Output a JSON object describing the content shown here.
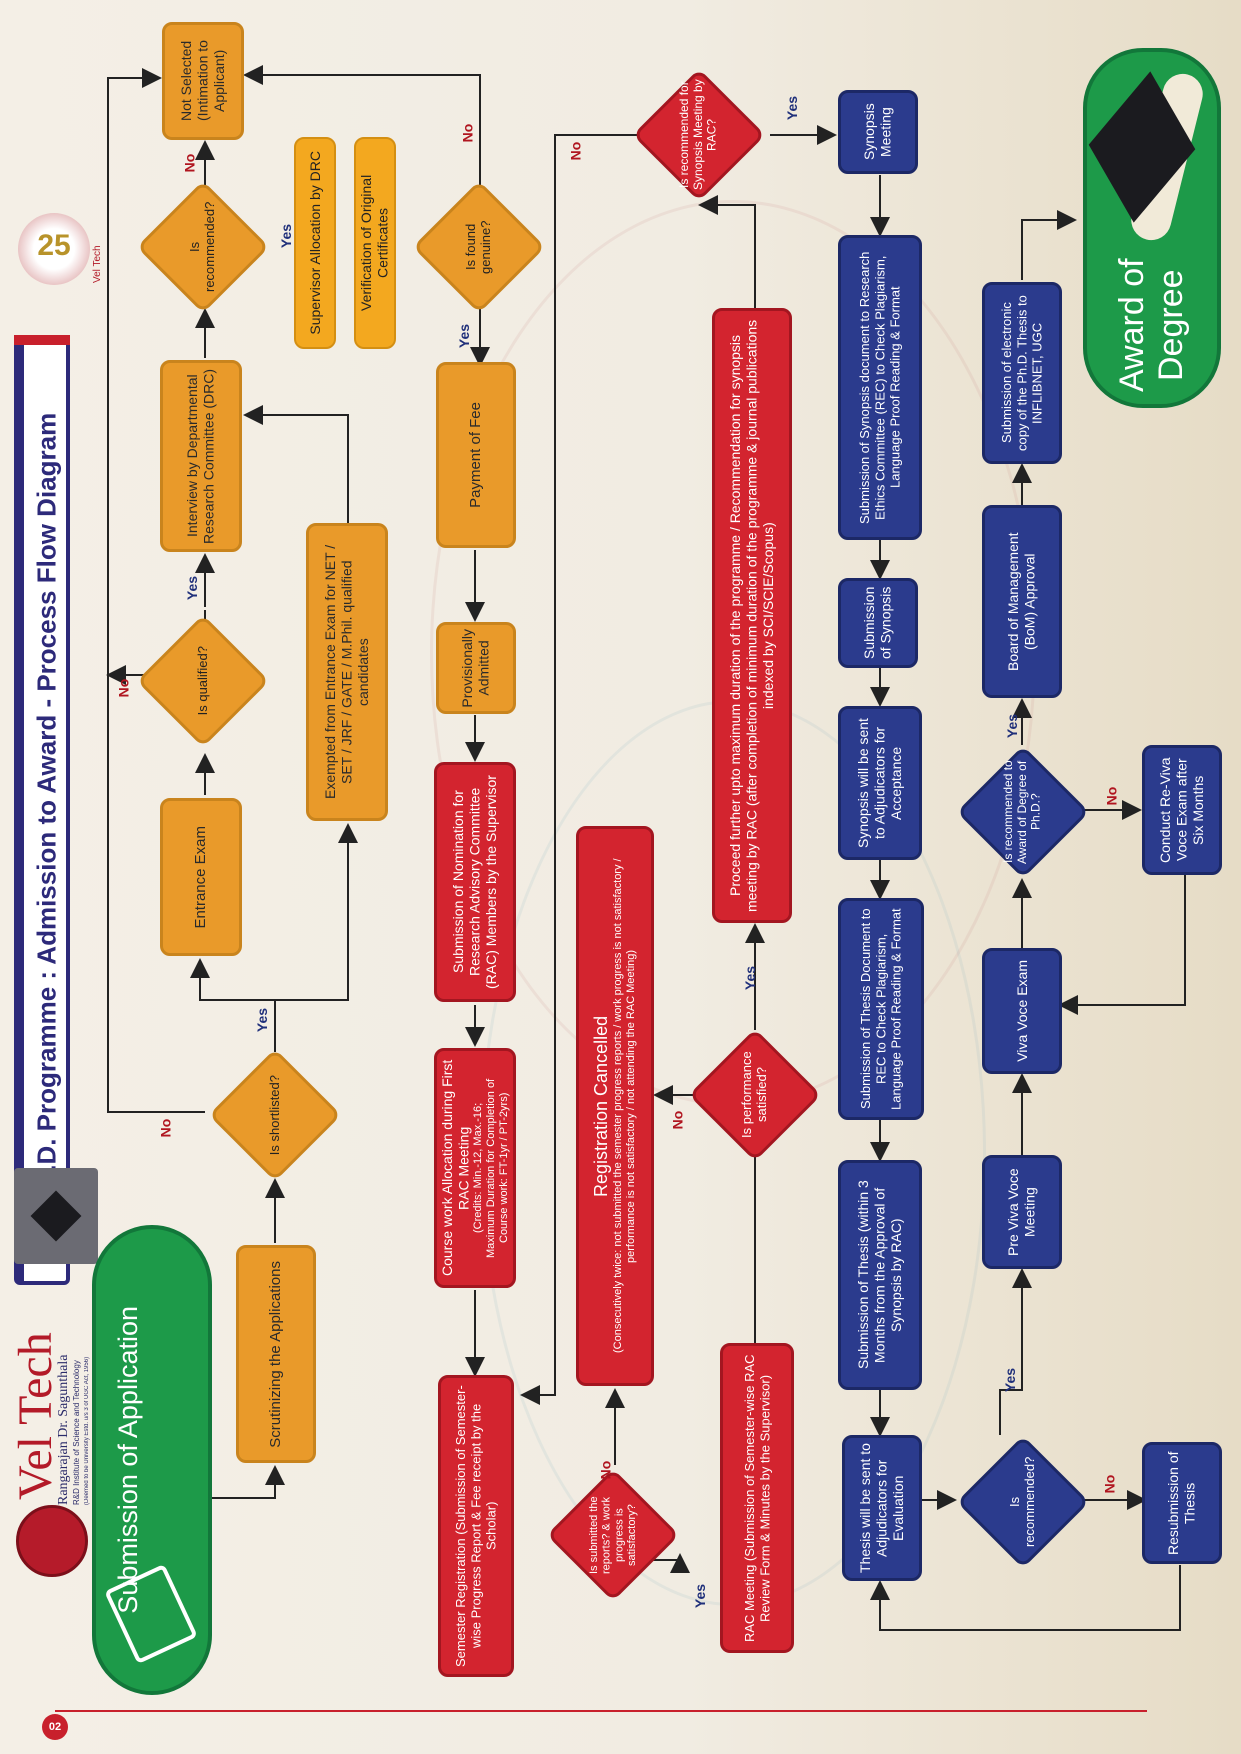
{
  "header": {
    "title": "Ph.D. Programme : Admission to Award - Process Flow Diagram",
    "brand_name": "Vel Tech",
    "brand_line1": "Rangarajan Dr. Sagunthala",
    "brand_line2": "R&D Institute of Science and Technology",
    "brand_line3": "(Deemed to be University Estd. u/s 3 of UGC Act, 1956)",
    "emblem_text": "25",
    "emblem_sub": "Vel Tech",
    "page_number": "02"
  },
  "pills": {
    "start": "Submission of Application",
    "end": "Award of Degree"
  },
  "nodes": {
    "scrutinizing": "Scrutinizing the Applications",
    "entrance_exam": "Entrance Exam",
    "interview": "Interview by Departmental Research Committee (DRC)",
    "not_selected": "Not Selected (Intimation to Applicant)",
    "exempted": "Exempted from Entrance Exam for NET / SET / JRF / GATE / M.Phil. qualified candidates",
    "supervisor_allocation": "Supervisor Allocation by DRC",
    "verification": "Verification of Original Certificates",
    "payment": "Payment of Fee",
    "provisional": "Provisionally Admitted",
    "nomination": "Submission of Nomination for Research Advisory Committee (RAC) Members by the Supervisor",
    "coursework_title": "Course work Allocation during First RAC Meeting",
    "coursework_detail1": "(Credits: Min.-12, Max.-16;",
    "coursework_detail2": "Maximum Duration for Completion of",
    "coursework_detail3": "Course work: FT-1yr / PT-2yrs)",
    "semester_reg": "Semester Registration (Submission of Semester-wise Progress Report & Fee receipt by the Scholar)",
    "rac_meeting": "RAC Meeting (Submission of Semester-wise RAC Review Form & Minutes by the Supervisor)",
    "reg_cancelled_title": "Registration Cancelled",
    "reg_cancelled_detail": "(Consecutively twice: not submitted the semester progress reports / work progress is not satisfactory / performance is not satisfactory / not attending the RAC Meeting)",
    "proceed_further": "Proceed further upto maximum duration of the programme / Recommendation for synopsis meeting by RAC (after completion of minimum duration of the programme & journal publications indexed by SCI/SCIE/Scopus)",
    "synopsis_meeting": "Synopsis Meeting",
    "synopsis_rec": "Submission of Synopsis document to Research Ethics Committee (REC) to Check Plagiarism, Language Proof Reading & Format",
    "submission_synopsis": "Submission of Synopsis",
    "synopsis_adjudicators": "Synopsis will be sent to Adjudicators for Acceptance",
    "thesis_rec": "Submission of Thesis Document to REC to Check Plagiarism, Language Proof Reading & Format",
    "submission_thesis": "Submission of Thesis (within 3 Months from the Approval of Synopsis by RAC)",
    "thesis_adjudicators": "Thesis will be sent to Adjudicators for Evaluation",
    "resubmission": "Resubmission of Thesis",
    "pre_viva": "Pre Viva Voce Meeting",
    "viva": "Viva Voce Exam",
    "re_viva": "Conduct Re-Viva Voce Exam after Six Months",
    "bom": "Board of Management (BoM) Approval",
    "inflibnet": "Submission of electronic copy of the Ph.D. Thesis to INFLIBNET, UGC"
  },
  "decisions": {
    "shortlisted": "Is shortlisted?",
    "qualified": "Is qualified?",
    "recommended1": "Is recommended?",
    "genuine": "Is found genuine?",
    "submitted_reports": "Is submitted the reports? & work progress is satisfactory?",
    "performance": "Is performance satisfied?",
    "synopsis_rac": "Is recommended for Synopsis Meeting by RAC?",
    "thesis_recommended": "Is recommended?",
    "award_recommended": "Is recommended to Award of Degree of Ph.D.?"
  },
  "labels": {
    "yes": "Yes",
    "no": "No"
  },
  "colors": {
    "orange": "#e99a2a",
    "red": "#d3242f",
    "blue": "#2b3b8d",
    "green": "#1d9a49",
    "title_navy": "#2d2a7a"
  }
}
